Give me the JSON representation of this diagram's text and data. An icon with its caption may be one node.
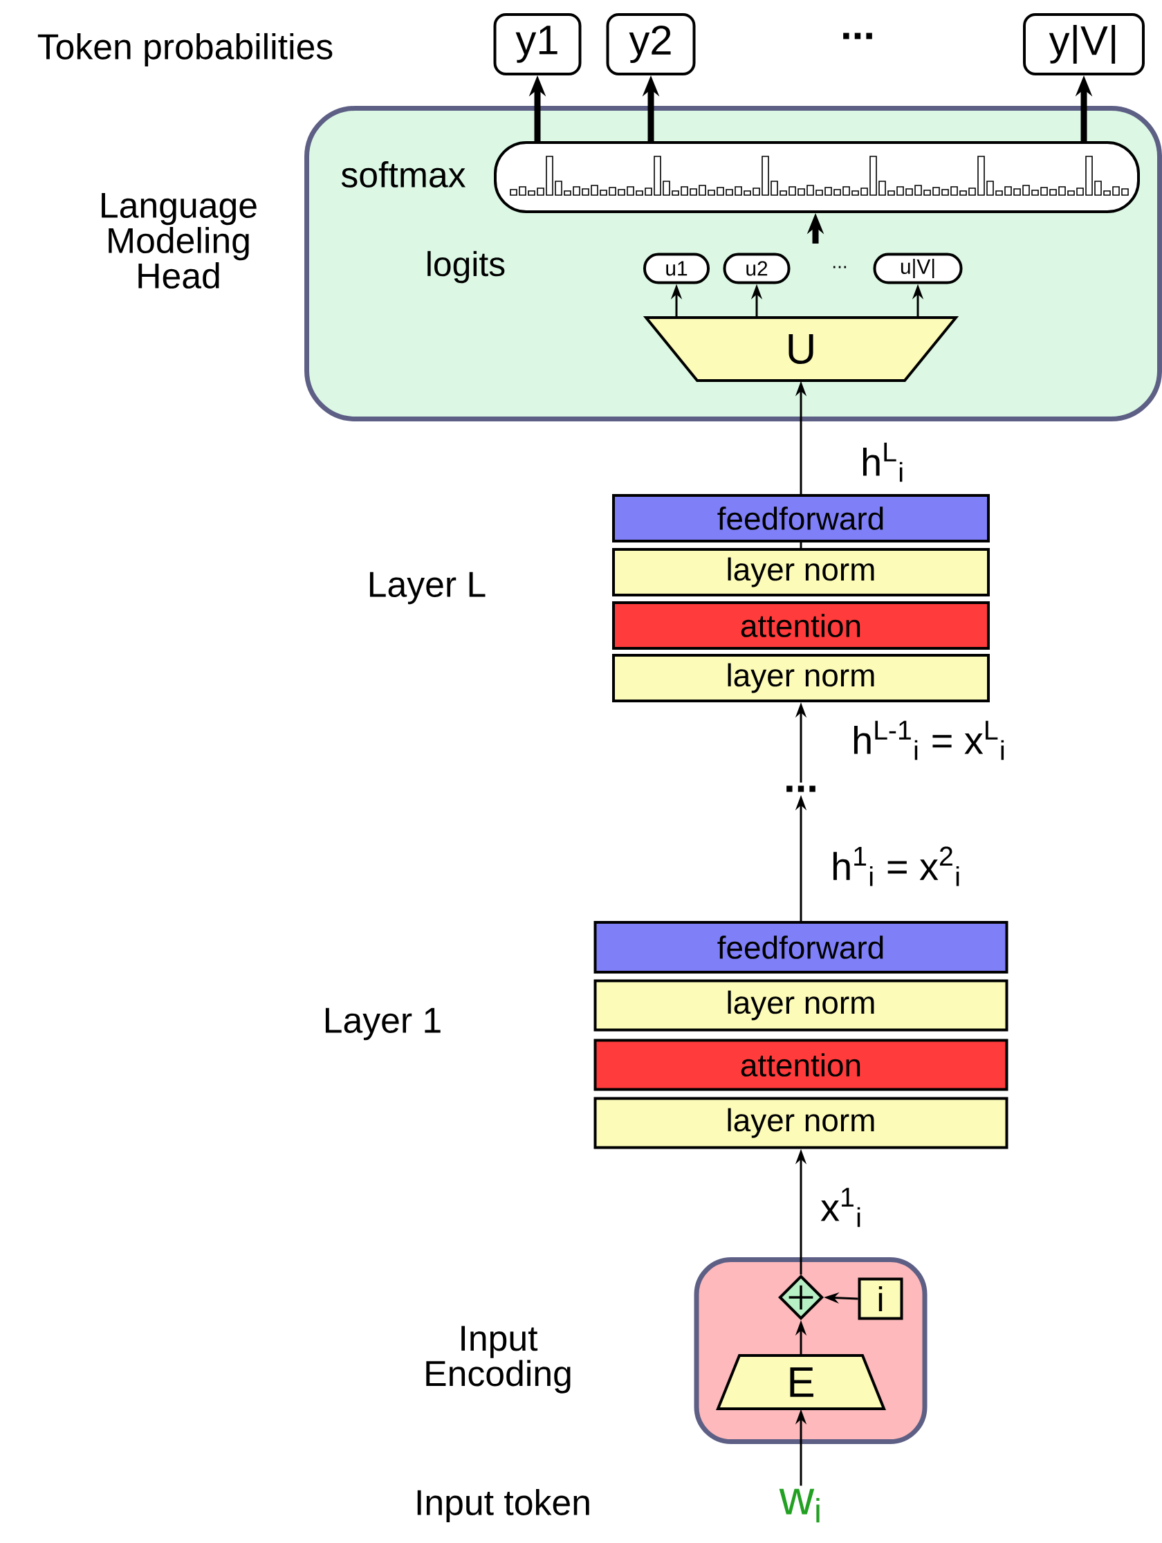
{
  "diagram": {
    "nodes": [
      {
        "text": [
          "y1"
        ]
      },
      {
        "text": [
          "y2"
        ]
      },
      {
        "text": [
          "y|V|"
        ]
      },
      {
        "text": [
          "Language Modeling Head"
        ]
      },
      {
        "text": [
          "softmax"
        ],
        "in": 3
      },
      {
        "text": [
          "u1"
        ],
        "in": 3
      },
      {
        "text": [
          "u2"
        ],
        "in": 3
      },
      {
        "text": [
          "u|V|"
        ],
        "in": 3
      },
      {
        "text": [
          "U"
        ],
        "in": 3
      },
      {
        "text": [
          "feedforward"
        ]
      },
      {
        "text": [
          "layer norm"
        ]
      },
      {
        "text": [
          "attention"
        ]
      },
      {
        "text": [
          "layer norm"
        ]
      },
      {
        "text": [
          "..."
        ]
      },
      {
        "text": [
          "feedforward"
        ]
      },
      {
        "text": [
          "layer norm"
        ]
      },
      {
        "text": [
          "attention"
        ]
      },
      {
        "text": [
          "layer norm"
        ]
      },
      {
        "text": [
          "Input Encoding"
        ]
      },
      {
        "text": [],
        "shape": "diamond",
        "in": 18
      },
      {
        "text": [
          "i"
        ],
        "in": 18
      },
      {
        "text": [
          "E"
        ],
        "in": 18
      },
      {
        "text": [
          "w$_{i}$"
        ]
      }
    ],
    "edges": [
      {
        "from": 4,
        "to": 0,
        "arrow": "to",
        "style": "thick"
      },
      {
        "from": 4,
        "to": 1,
        "arrow": "to",
        "style": "thick"
      },
      {
        "from": 4,
        "to": 2,
        "arrow": "to",
        "style": "thick"
      },
      {
        "from": null,
        "to": 4,
        "arrow": "to",
        "style": "thick"
      },
      {
        "from": 8,
        "to": 5,
        "arrow": "to"
      },
      {
        "from": 8,
        "to": 6,
        "arrow": "to"
      },
      {
        "from": 8,
        "to": 7,
        "arrow": "to"
      },
      {
        "from": 9,
        "to": 8,
        "arrow": "to",
        "label": "h$^{L}$$_{i}$"
      },
      {
        "from": 10,
        "to": 9,
        "arrow": "none"
      },
      {
        "from": 13,
        "to": 12,
        "arrow": "to",
        "label": "h$^{L-1}$$_{i}$ = x$^{L}$$_{i}$"
      },
      {
        "from": 14,
        "to": 13,
        "arrow": "to",
        "label": "h$^{1}$$_{i}$ = x$^{2}$$_{i}$"
      },
      {
        "from": 19,
        "to": 17,
        "arrow": "to",
        "label": "x$^{1}$$_{i}$"
      },
      {
        "from": 20,
        "to": 19,
        "arrow": "to"
      },
      {
        "from": 21,
        "to": 19,
        "arrow": "to"
      },
      {
        "from": 22,
        "to": 21,
        "arrow": "to"
      }
    ],
    "labels": [
      "Token probabilities",
      "...",
      "logits",
      "...",
      "Layer L",
      "Layer 1",
      "Input token"
    ]
  }
}
